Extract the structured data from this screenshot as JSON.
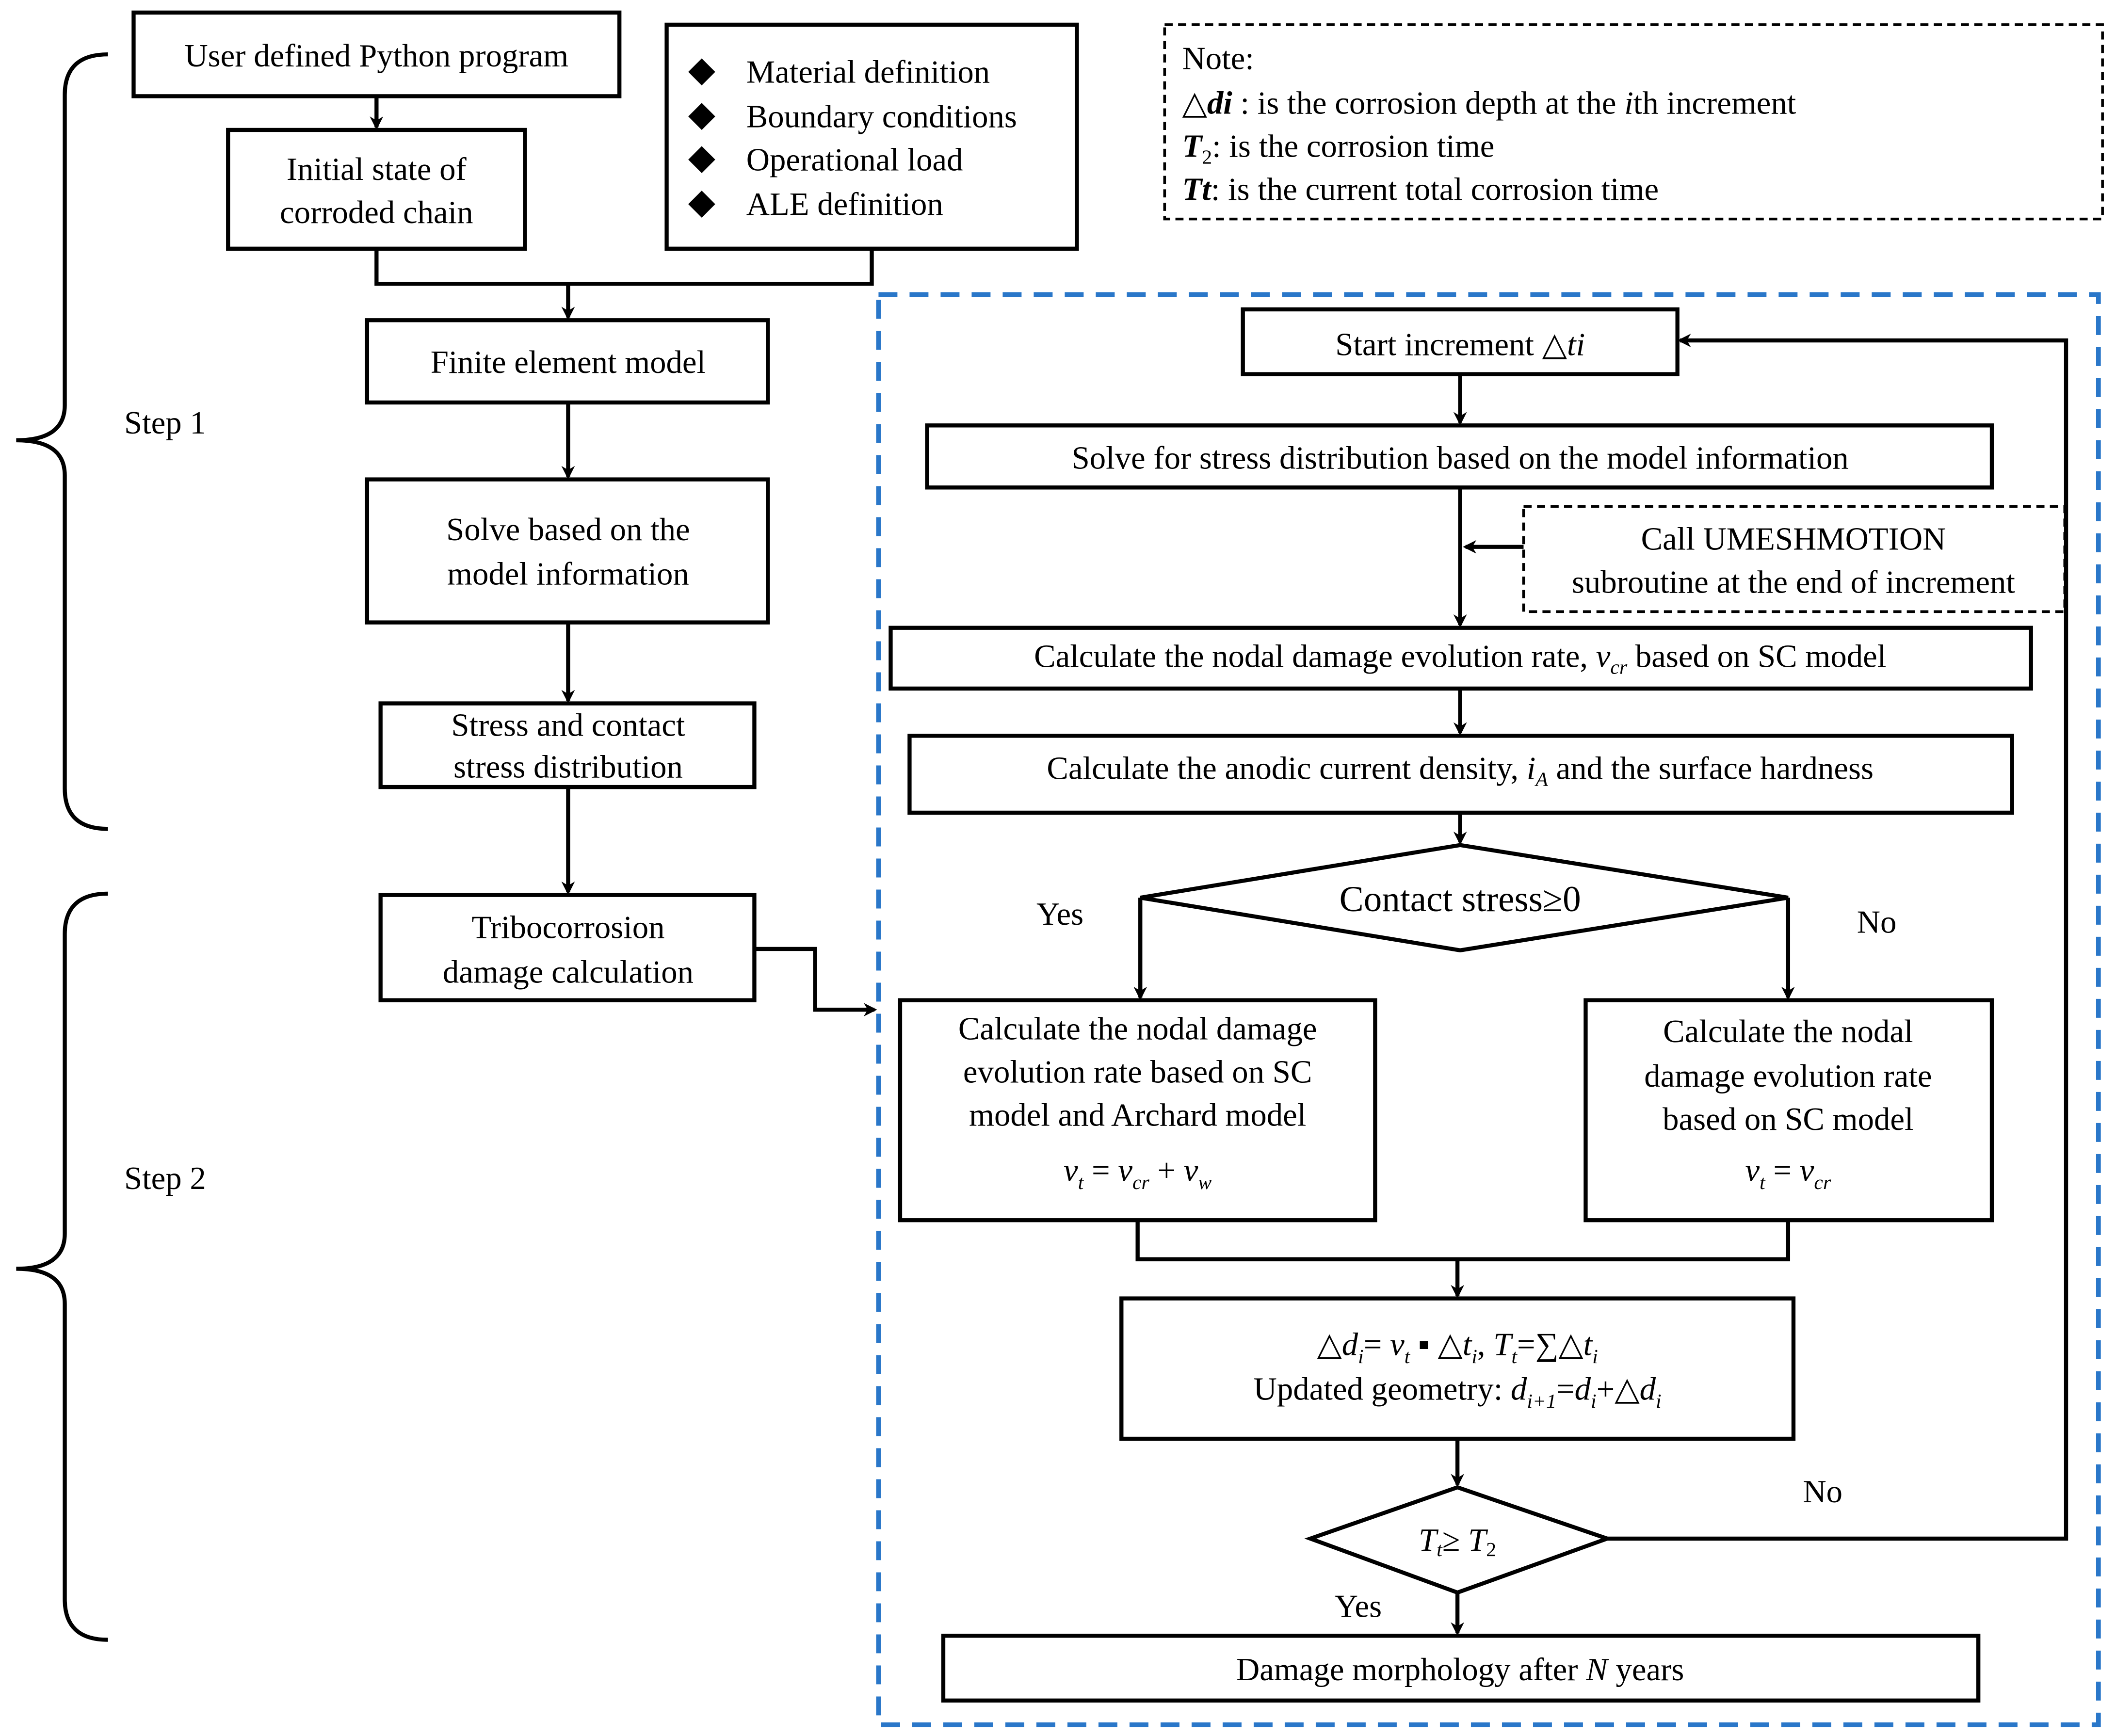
{
  "colors": {
    "stroke": "#000000",
    "highlight_border": "#2a77c9"
  },
  "left": {
    "step1": "Step 1",
    "step2": "Step 2",
    "python_program": "User defined Python program",
    "initial_state": [
      "Initial state of",
      "corroded chain"
    ],
    "definitions": [
      "Material definition",
      "Boundary conditions",
      "Operational load",
      "ALE definition"
    ],
    "bullet_icon": "diamond-bullet",
    "fem": "Finite element model",
    "solve": [
      "Solve based on the",
      "model information"
    ],
    "stress": [
      "Stress and contact",
      "stress distribution"
    ],
    "tribo": [
      "Tribocorrosion",
      "damage calculation"
    ]
  },
  "note": {
    "title": "Note:",
    "line1": {
      "sym": "△",
      "var": "di",
      "text": " : is the corrosion depth at the ",
      "i": "i",
      "rest": "th increment"
    },
    "line2": {
      "var": "T",
      "sub": "2",
      "text": ": is the corrosion time"
    },
    "line3": {
      "var": "Tt",
      "text": ": is the current total corrosion time"
    }
  },
  "right": {
    "start": {
      "text": "Start increment △",
      "var": "ti"
    },
    "solve_stress": "Solve for stress distribution based on the model information",
    "umesh": [
      "Call UMESHMOTION",
      "subroutine at the end of increment"
    ],
    "nodal": {
      "pre": "Calculate the nodal damage evolution rate, ",
      "var": "v",
      "sub": "cr",
      "post": " based on SC model"
    },
    "anodic": {
      "pre": "Calculate the anodic current density, ",
      "var": "i",
      "sub": "A",
      "post": " and the surface hardness"
    },
    "decision1": "Contact stress≥0",
    "yes1": "Yes",
    "no1": "No",
    "left_box": {
      "lines": [
        "Calculate the nodal damage",
        "evolution rate based on SC",
        "model and Archard model"
      ],
      "formula": [
        "v",
        "t",
        " = ",
        "v",
        "cr",
        " + ",
        "v",
        "w"
      ]
    },
    "right_box": {
      "lines": [
        "Calculate the nodal",
        "damage evolution rate",
        "based on SC model"
      ],
      "formula": [
        "v",
        "t",
        " = ",
        "v",
        "cr"
      ]
    },
    "update": {
      "line1": [
        "△",
        "d",
        "i",
        "= ",
        "v",
        "t",
        " ▪   △",
        "t",
        "i",
        ",  ",
        "T",
        "t",
        "=∑△",
        "t",
        "i"
      ],
      "line2": [
        "Updated geometry: ",
        "d",
        "i+1",
        "=",
        "d",
        "i",
        "+△",
        "d",
        "i"
      ]
    },
    "decision2": {
      "a": "T",
      "a_sub": "t",
      "op": "≥ ",
      "b": "T",
      "b_sub": "2"
    },
    "no2": "No",
    "yes2": "Yes",
    "final": {
      "pre": "Damage morphology after ",
      "var": "N",
      "post": " years"
    }
  }
}
